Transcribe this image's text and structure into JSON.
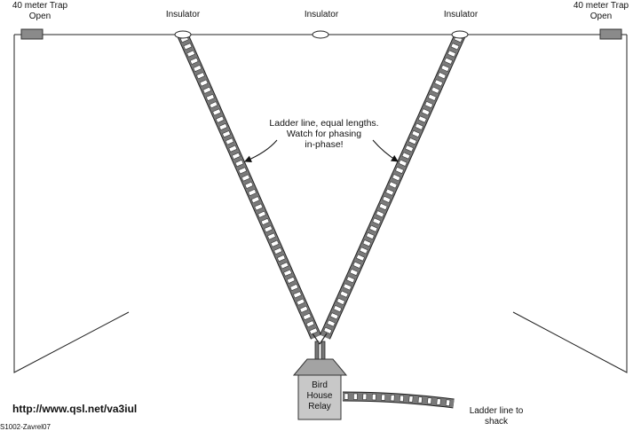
{
  "traps": {
    "left": [
      "40 meter Trap",
      "Open"
    ],
    "right": [
      "40 meter Trap",
      "Open"
    ]
  },
  "insulators": [
    "Insulator",
    "Insulator",
    "Insulator"
  ],
  "ladder_note": [
    "Ladder line, equal lengths.",
    "Watch for phasing",
    "in-phase!"
  ],
  "relay": [
    "Bird",
    "House",
    "Relay"
  ],
  "shack_label": [
    "Ladder line to",
    "shack"
  ],
  "url": "http://www.qsl.net/va3iul",
  "credit": "S1002-Zavrel07"
}
